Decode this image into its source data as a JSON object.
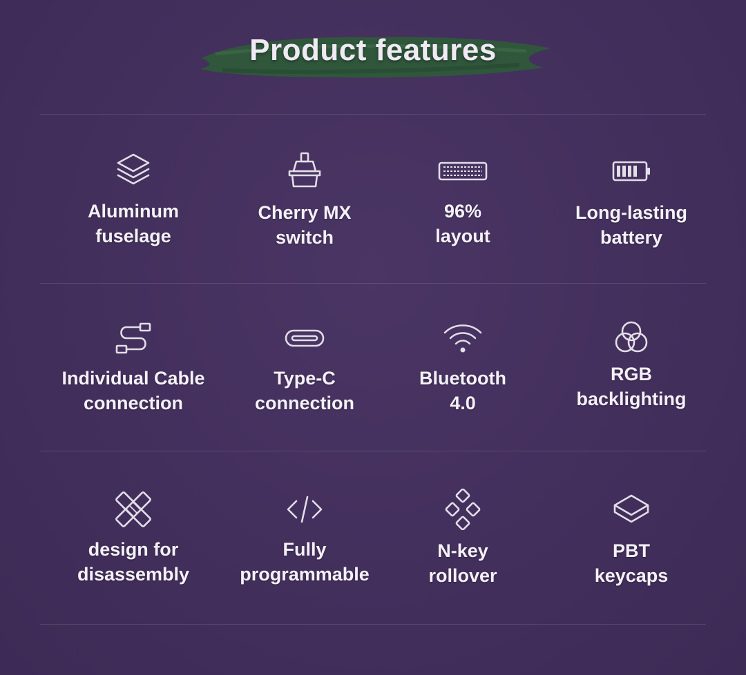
{
  "header": {
    "title": "Product features"
  },
  "colors": {
    "background": "#432f5c",
    "brush_green": "#2f5a3a",
    "icon": "#e2dee8",
    "text": "#f4f1f7"
  },
  "features": [
    {
      "icon": "layers-icon",
      "line1": "Aluminum",
      "line2": "fuselage"
    },
    {
      "icon": "switch-icon",
      "line1": "Cherry MX",
      "line2": "switch"
    },
    {
      "icon": "keyboard-icon",
      "line1": "96%",
      "line2": "layout"
    },
    {
      "icon": "battery-icon",
      "line1": "Long-lasting",
      "line2": "battery"
    },
    {
      "icon": "usb-cable-icon",
      "line1": "Individual Cable",
      "line2": "connection"
    },
    {
      "icon": "type-c-port-icon",
      "line1": "Type-C",
      "line2": "connection"
    },
    {
      "icon": "wifi-icon",
      "line1": "Bluetooth",
      "line2": "4.0"
    },
    {
      "icon": "rgb-circles-icon",
      "line1": "RGB",
      "line2": "backlighting"
    },
    {
      "icon": "tools-icon",
      "line1": "design for",
      "line2": "disassembly"
    },
    {
      "icon": "code-icon",
      "line1": "Fully",
      "line2": "programmable"
    },
    {
      "icon": "keys-diamond-icon",
      "line1": "N-key",
      "line2": "rollover"
    },
    {
      "icon": "keycap-icon",
      "line1": "PBT",
      "line2": "keycaps"
    }
  ]
}
